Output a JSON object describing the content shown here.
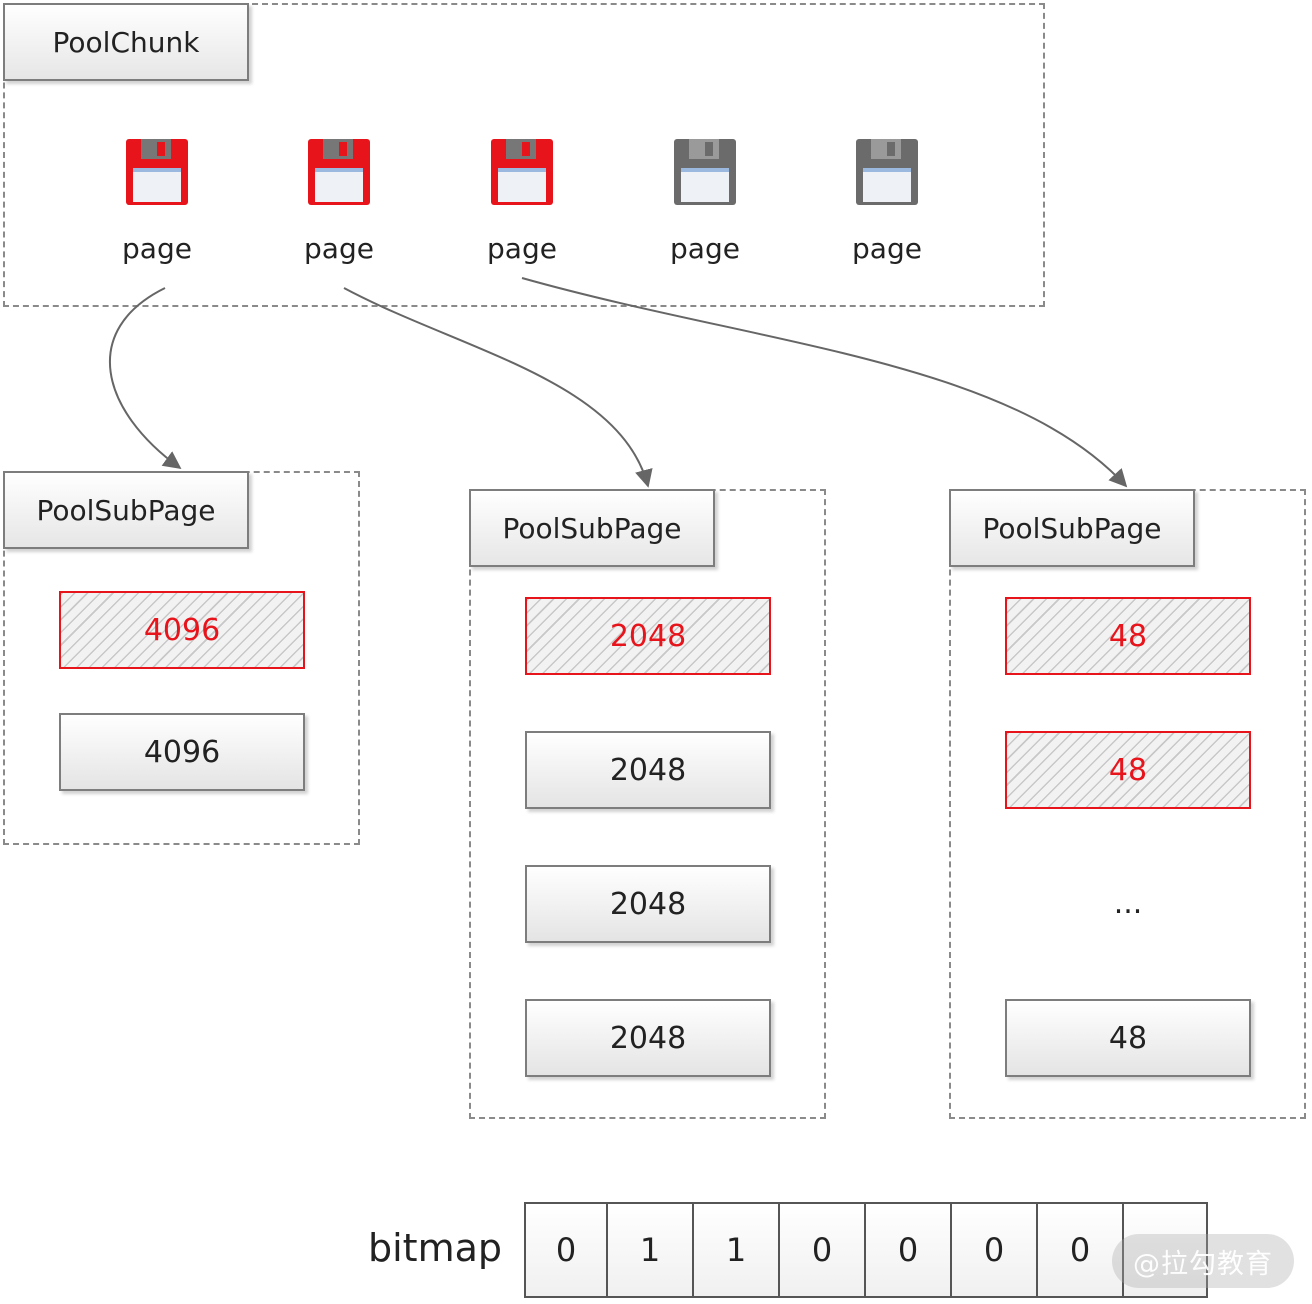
{
  "chunk": {
    "title": "PoolChunk",
    "pages": [
      {
        "label": "page",
        "state": "allocated",
        "icon": "floppy-disk-red-icon"
      },
      {
        "label": "page",
        "state": "allocated",
        "icon": "floppy-disk-red-icon"
      },
      {
        "label": "page",
        "state": "allocated",
        "icon": "floppy-disk-red-icon"
      },
      {
        "label": "page",
        "state": "free",
        "icon": "floppy-disk-gray-icon"
      },
      {
        "label": "page",
        "state": "free",
        "icon": "floppy-disk-gray-icon"
      }
    ]
  },
  "subpages": [
    {
      "title": "PoolSubPage",
      "cells": [
        {
          "value": "4096",
          "state": "used"
        },
        {
          "value": "4096",
          "state": "free"
        }
      ]
    },
    {
      "title": "PoolSubPage",
      "cells": [
        {
          "value": "2048",
          "state": "used"
        },
        {
          "value": "2048",
          "state": "free"
        },
        {
          "value": "2048",
          "state": "free"
        },
        {
          "value": "2048",
          "state": "free"
        }
      ]
    },
    {
      "title": "PoolSubPage",
      "cells": [
        {
          "value": "48",
          "state": "used"
        },
        {
          "value": "48",
          "state": "used"
        },
        {
          "value": "...",
          "state": "ellipsis"
        },
        {
          "value": "48",
          "state": "free"
        }
      ]
    }
  ],
  "bitmap": {
    "label": "bitmap",
    "bits": [
      "0",
      "1",
      "1",
      "0",
      "0",
      "0",
      "0",
      ""
    ]
  },
  "watermark": "@拉勾教育",
  "colors": {
    "used_border": "#e8141c",
    "used_text": "#e8141c",
    "free_border": "#7d7d7d",
    "dashed_border": "#8a8a8a",
    "arrow": "#666666",
    "floppy_red": "#e8141c",
    "floppy_gray": "#6b6b6b"
  }
}
